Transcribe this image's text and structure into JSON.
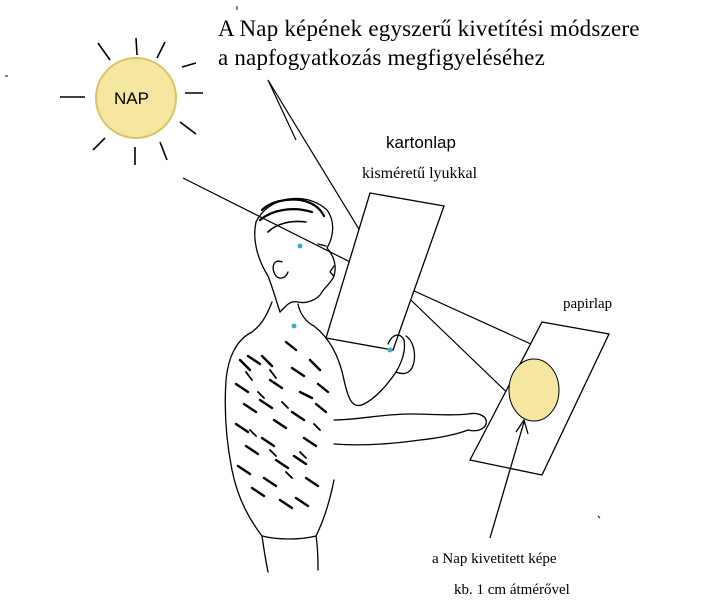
{
  "title": {
    "line1": "A Nap képének egyszerű kivetítési módszere",
    "line2": "a napfogyatkozás megfigyeléséhez"
  },
  "sun": {
    "label": "NAP",
    "color": "#f5e6a0"
  },
  "labels": {
    "karton_line1": "kartonlap",
    "karton_line2": "kisméretű lyukkal",
    "papir": "papirlap",
    "projected_line1": "a Nap kivetitett képe",
    "projected_line2": "kb. 1 cm átmérővel"
  },
  "colors": {
    "sun_fill": "#f5e6a0",
    "sun_stroke": "#d8c468",
    "image_fill": "#f5e6a0",
    "line": "#000000",
    "dot_accent": "#3bb0c4"
  }
}
